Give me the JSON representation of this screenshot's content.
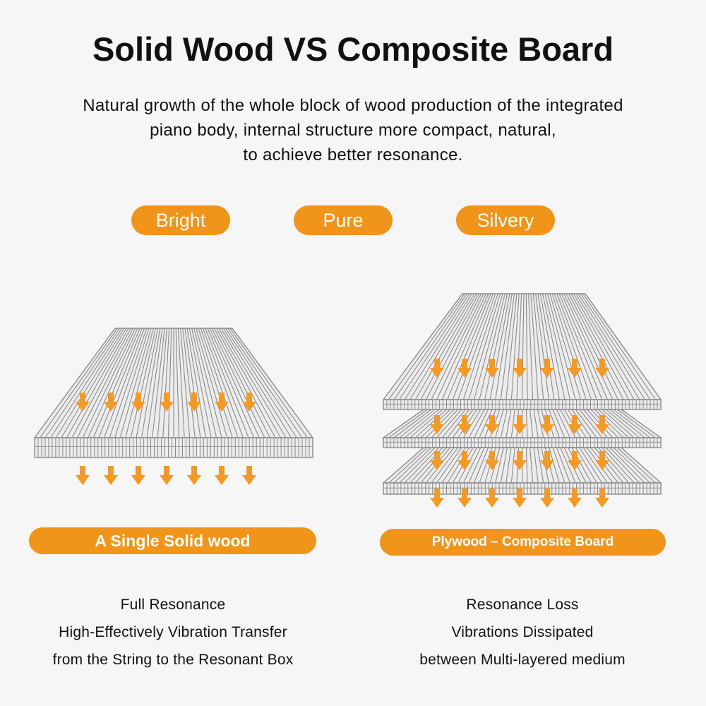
{
  "title": "Solid Wood VS Composite Board",
  "subtitle": [
    "Natural growth of the whole block of wood production of the integrated",
    "piano body, internal structure more compact, natural,",
    "to achieve better resonance."
  ],
  "tone_badges": [
    "Bright",
    "Pure",
    "Silvery"
  ],
  "left_panel": {
    "banner": "A Single Solid wood",
    "caption": [
      "Full Resonance",
      "High-Effectively Vibration Transfer",
      "from the String to the Resonant Box"
    ]
  },
  "right_panel": {
    "banner": "Plywood – Composite Board",
    "caption": [
      "Resonance Loss",
      "Vibrations Dissipated",
      "between Multi-layered medium"
    ]
  },
  "colors": {
    "accent": "#f0941a",
    "arrow": "#f49a22",
    "board_line": "#8a8a8a",
    "board_fill": "#ececec"
  },
  "icons": [
    "down-arrow-icon"
  ]
}
